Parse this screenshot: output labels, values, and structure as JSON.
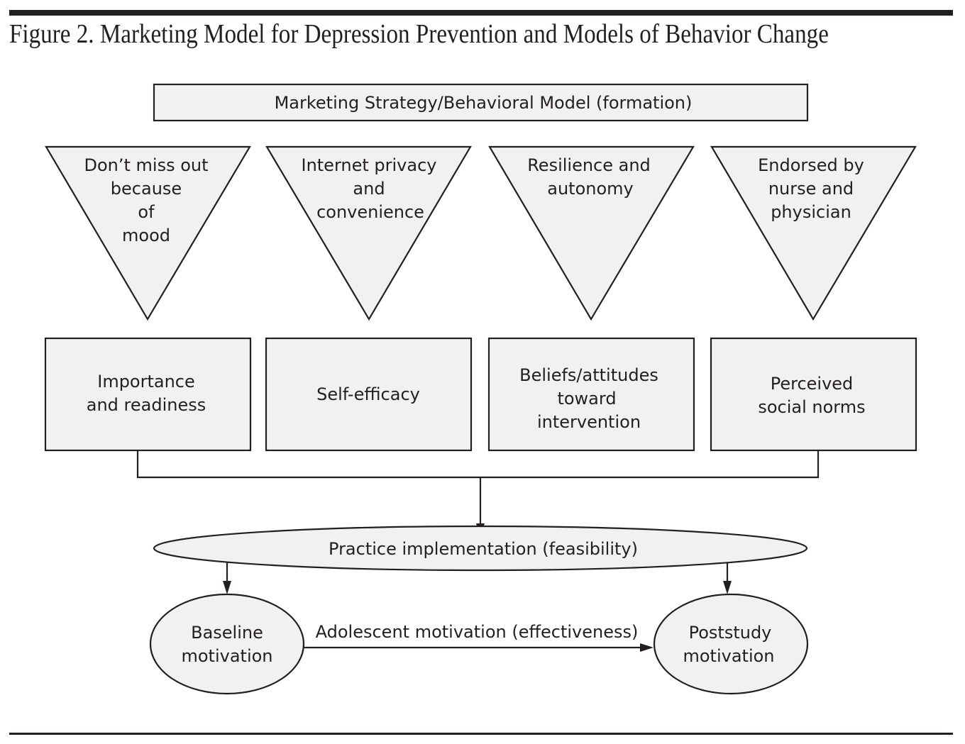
{
  "figure": {
    "title": "Figure 2. Marketing Model for Depression Prevention and Models of Behavior Change"
  },
  "diagram": {
    "header_box": {
      "label": "Marketing Strategy/Behavioral Model (formation)"
    },
    "triangles": [
      {
        "lines": [
          "Don’t miss out",
          "because",
          "of",
          "mood"
        ]
      },
      {
        "lines": [
          "Internet privacy",
          "and",
          "convenience"
        ]
      },
      {
        "lines": [
          "Resilience and",
          "autonomy"
        ]
      },
      {
        "lines": [
          "Endorsed by",
          "nurse and",
          "physician"
        ]
      }
    ],
    "boxes": [
      {
        "lines": [
          "Importance",
          "and readiness"
        ]
      },
      {
        "lines": [
          "Self-efficacy"
        ]
      },
      {
        "lines": [
          "Beliefs/attitudes",
          "toward",
          "intervention"
        ]
      },
      {
        "lines": [
          "Perceived",
          "social norms"
        ]
      }
    ],
    "ellipse": {
      "label": "Practice implementation (feasibility)"
    },
    "circles": [
      {
        "lines": [
          "Baseline",
          "motivation"
        ]
      },
      {
        "lines": [
          "Poststudy",
          "motivation"
        ]
      }
    ],
    "edge_label": "Adolescent motivation (effectiveness)",
    "colors": {
      "stroke": "#231f20",
      "fill": "#f1f1f1",
      "text": "#231f20"
    }
  }
}
